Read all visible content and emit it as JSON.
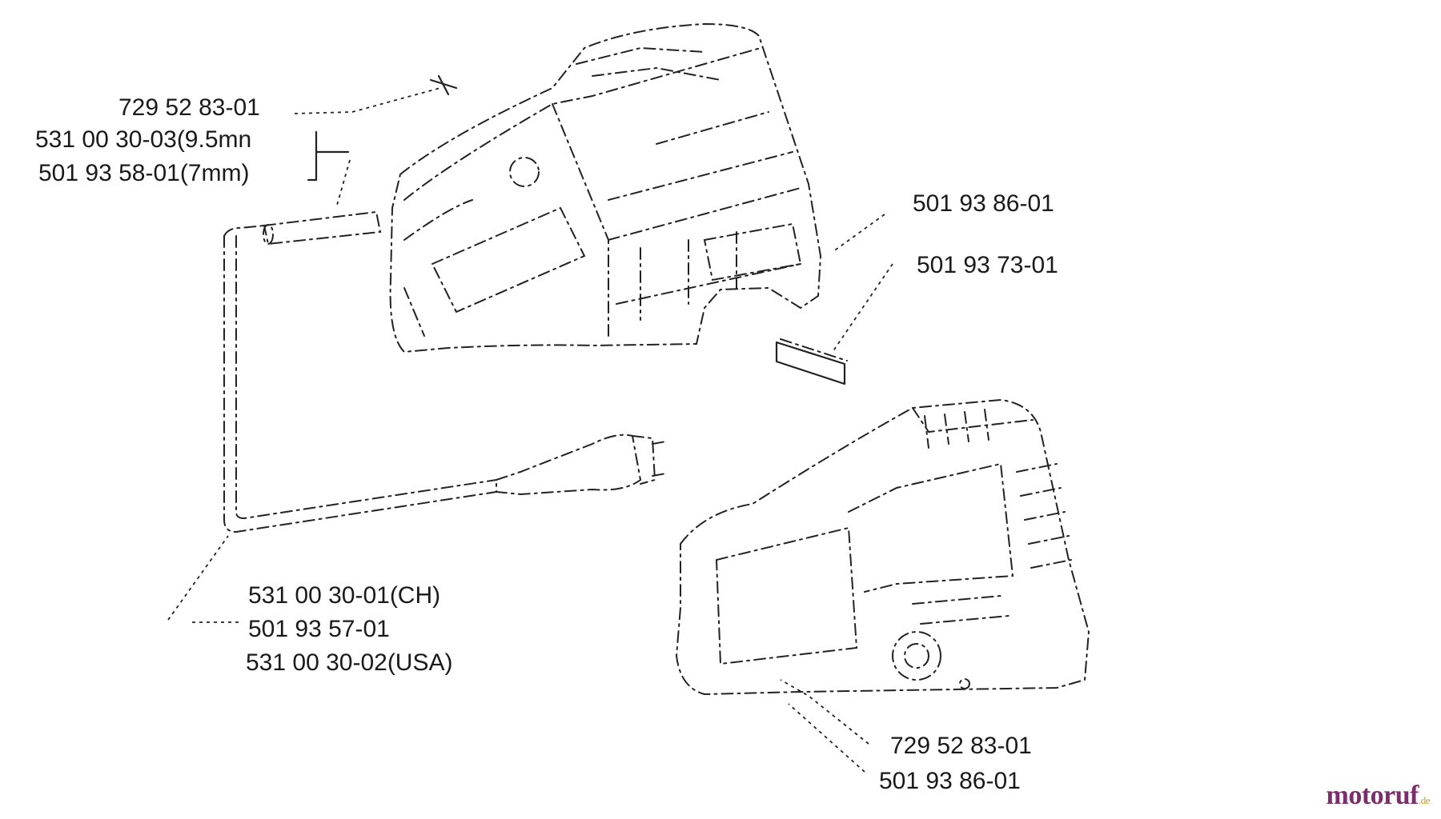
{
  "labels": {
    "top_left": [
      "729 52 83-01",
      "531 00 30-03(9.5mn",
      "501 93 58-01(7mm)"
    ],
    "right_upper": "501 93 86-01",
    "right_middle": "501 93 73-01",
    "bottom_left": [
      "531 00 30-01(CH)",
      "501 93 57-01",
      "531 00 30-02(USA)"
    ],
    "bottom_right": [
      "729 52 83-01",
      "501 93 86-01"
    ]
  },
  "watermark": {
    "brand": "motoruf",
    "tld": ".de",
    "color_main": "#7a2e6b",
    "color_accent": "#d4a017"
  }
}
